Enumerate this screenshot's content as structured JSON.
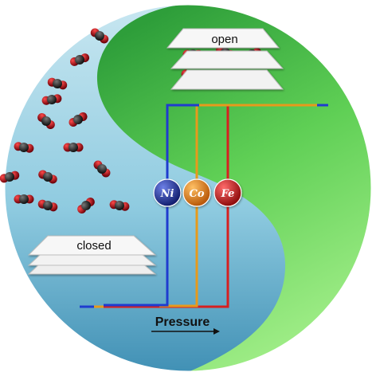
{
  "labels": {
    "open": "open",
    "closed": "closed",
    "pressure": "Pressure"
  },
  "metals": [
    {
      "symbol": "Ni",
      "color": "#1a2b8c"
    },
    {
      "symbol": "Co",
      "color": "#e07a12"
    },
    {
      "symbol": "Fe",
      "color": "#c81d1d"
    }
  ],
  "colors": {
    "left_region": "#a8d6e6",
    "right_region": "#4cc24c",
    "molecule_carbon": "#2a2a2a",
    "molecule_oxygen": "#b0101a",
    "line_ni": "#1f3ccf",
    "line_co": "#e69a1c",
    "line_fe": "#d62020"
  }
}
